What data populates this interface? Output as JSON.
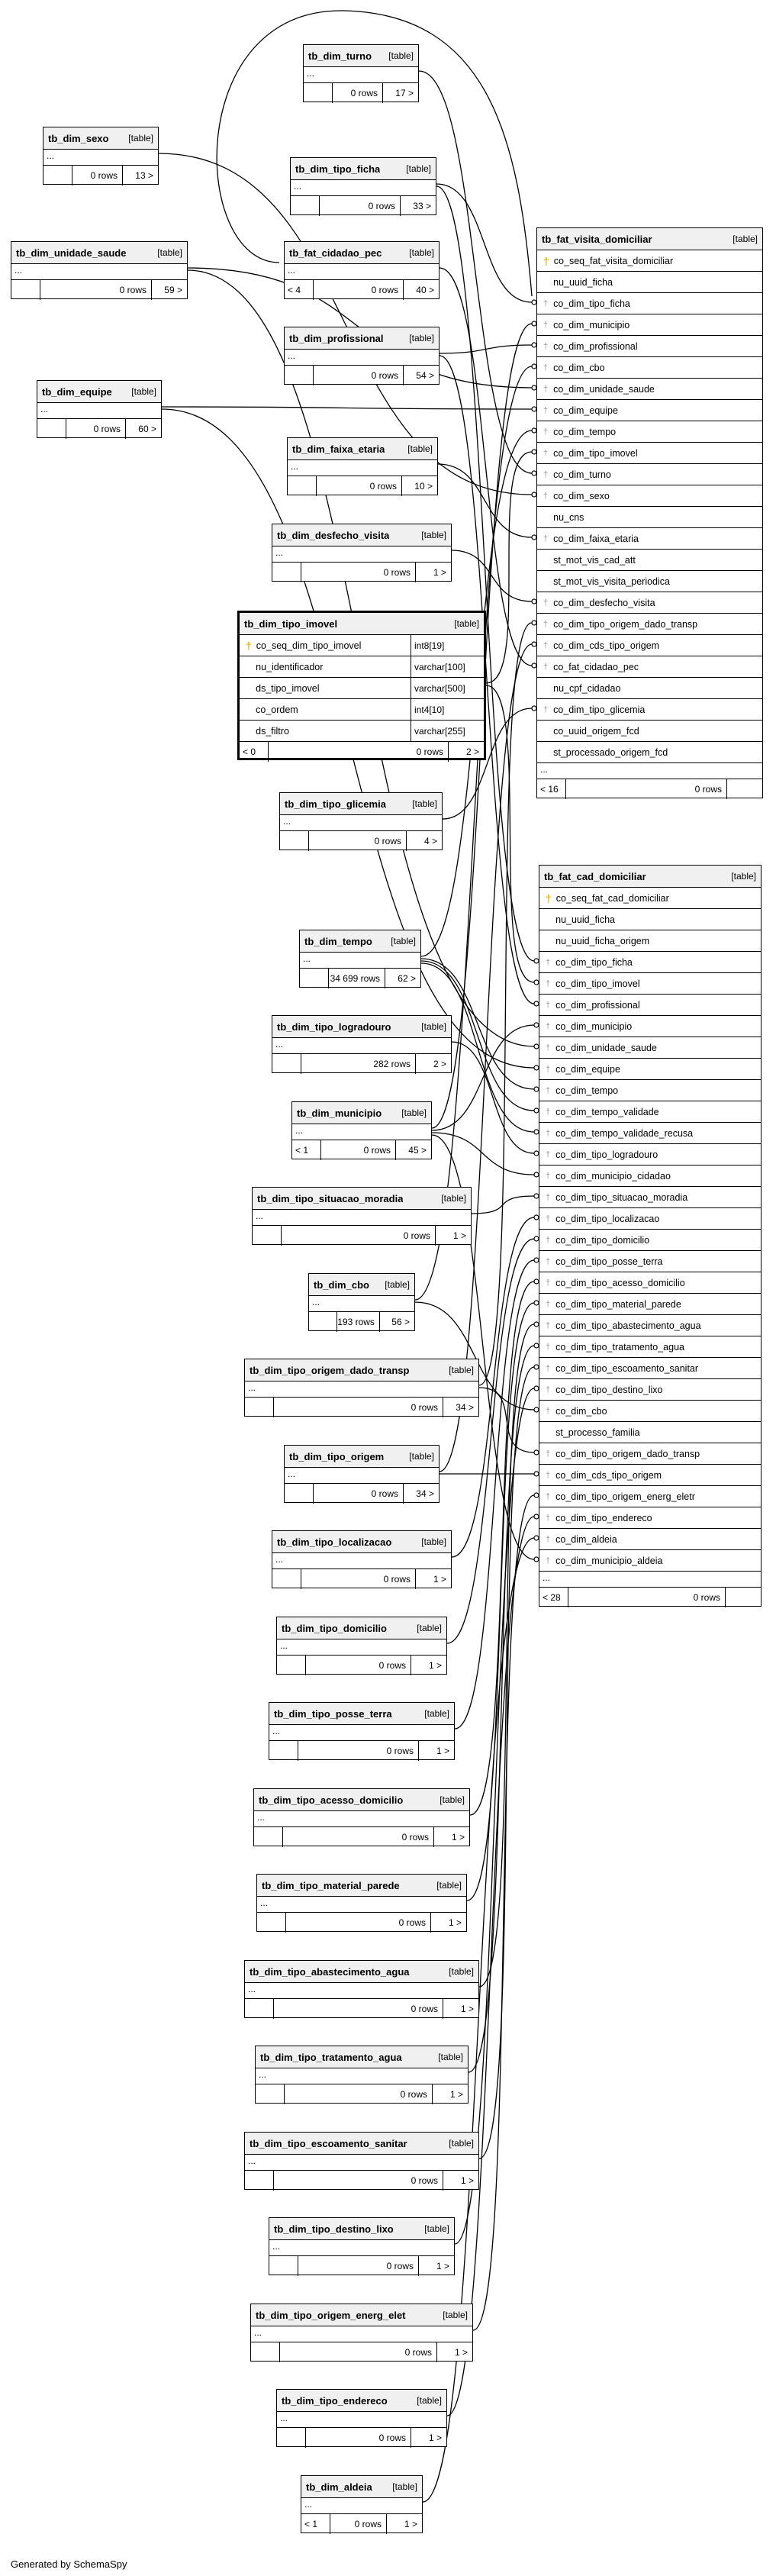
{
  "footer": {
    "generated_by": "Generated by SchemaSpy"
  },
  "ui": {
    "ellipsis": "...",
    "table_kind": "[table]"
  },
  "tables": {
    "tb_dim_turno": {
      "name": "tb_dim_turno",
      "left": "",
      "rows": "0 rows",
      "right": "17 >"
    },
    "tb_dim_sexo": {
      "name": "tb_dim_sexo",
      "left": "",
      "rows": "0 rows",
      "right": "13 >"
    },
    "tb_dim_tipo_ficha": {
      "name": "tb_dim_tipo_ficha",
      "left": "",
      "rows": "0 rows",
      "right": "33 >"
    },
    "tb_dim_unidade_saude": {
      "name": "tb_dim_unidade_saude",
      "left": "",
      "rows": "0 rows",
      "right": "59 >"
    },
    "tb_fat_cidadao_pec": {
      "name": "tb_fat_cidadao_pec",
      "left": "< 4",
      "rows": "0 rows",
      "right": "40 >"
    },
    "tb_dim_profissional": {
      "name": "tb_dim_profissional",
      "left": "",
      "rows": "0 rows",
      "right": "54 >"
    },
    "tb_dim_equipe": {
      "name": "tb_dim_equipe",
      "left": "",
      "rows": "0 rows",
      "right": "60 >"
    },
    "tb_dim_faixa_etaria": {
      "name": "tb_dim_faixa_etaria",
      "left": "",
      "rows": "0 rows",
      "right": "10 >"
    },
    "tb_dim_desfecho_visita": {
      "name": "tb_dim_desfecho_visita",
      "left": "",
      "rows": "0 rows",
      "right": "1 >"
    },
    "tb_dim_tipo_imovel": {
      "name": "tb_dim_tipo_imovel",
      "left": "< 0",
      "rows": "0 rows",
      "right": "2 >",
      "columns": [
        {
          "name": "co_seq_dim_tipo_imovel",
          "type": "int8[19]",
          "pk": true
        },
        {
          "name": "nu_identificador",
          "type": "varchar[100]"
        },
        {
          "name": "ds_tipo_imovel",
          "type": "varchar[500]"
        },
        {
          "name": "co_ordem",
          "type": "int4[10]"
        },
        {
          "name": "ds_filtro",
          "type": "varchar[255]"
        }
      ]
    },
    "tb_dim_tipo_glicemia": {
      "name": "tb_dim_tipo_glicemia",
      "left": "",
      "rows": "0 rows",
      "right": "4 >"
    },
    "tb_dim_tempo": {
      "name": "tb_dim_tempo",
      "left": "",
      "rows": "34 699 rows",
      "right": "62 >"
    },
    "tb_dim_tipo_logradouro": {
      "name": "tb_dim_tipo_logradouro",
      "left": "",
      "rows": "282 rows",
      "right": "2 >"
    },
    "tb_dim_municipio": {
      "name": "tb_dim_municipio",
      "left": "< 1",
      "rows": "0 rows",
      "right": "45 >"
    },
    "tb_dim_tipo_situacao_moradia": {
      "name": "tb_dim_tipo_situacao_moradia",
      "left": "",
      "rows": "0 rows",
      "right": "1 >"
    },
    "tb_dim_cbo": {
      "name": "tb_dim_cbo",
      "left": "",
      "rows": "193 rows",
      "right": "56 >"
    },
    "tb_dim_tipo_origem_dado_transp": {
      "name": "tb_dim_tipo_origem_dado_transp",
      "left": "",
      "rows": "0 rows",
      "right": "34 >"
    },
    "tb_dim_tipo_origem": {
      "name": "tb_dim_tipo_origem",
      "left": "",
      "rows": "0 rows",
      "right": "34 >"
    },
    "tb_dim_tipo_localizacao": {
      "name": "tb_dim_tipo_localizacao",
      "left": "",
      "rows": "0 rows",
      "right": "1 >"
    },
    "tb_dim_tipo_domicilio": {
      "name": "tb_dim_tipo_domicilio",
      "left": "",
      "rows": "0 rows",
      "right": "1 >"
    },
    "tb_dim_tipo_posse_terra": {
      "name": "tb_dim_tipo_posse_terra",
      "left": "",
      "rows": "0 rows",
      "right": "1 >"
    },
    "tb_dim_tipo_acesso_domicilio": {
      "name": "tb_dim_tipo_acesso_domicilio",
      "left": "",
      "rows": "0 rows",
      "right": "1 >"
    },
    "tb_dim_tipo_material_parede": {
      "name": "tb_dim_tipo_material_parede",
      "left": "",
      "rows": "0 rows",
      "right": "1 >"
    },
    "tb_dim_tipo_abastecimento_agua": {
      "name": "tb_dim_tipo_abastecimento_agua",
      "left": "",
      "rows": "0 rows",
      "right": "1 >"
    },
    "tb_dim_tipo_tratamento_agua": {
      "name": "tb_dim_tipo_tratamento_agua",
      "left": "",
      "rows": "0 rows",
      "right": "1 >"
    },
    "tb_dim_tipo_escoamento_sanitar": {
      "name": "tb_dim_tipo_escoamento_sanitar",
      "left": "",
      "rows": "0 rows",
      "right": "1 >"
    },
    "tb_dim_tipo_destino_lixo": {
      "name": "tb_dim_tipo_destino_lixo",
      "left": "",
      "rows": "0 rows",
      "right": "1 >"
    },
    "tb_dim_tipo_origem_energ_elet": {
      "name": "tb_dim_tipo_origem_energ_elet",
      "left": "",
      "rows": "0 rows",
      "right": "1 >"
    },
    "tb_dim_tipo_endereco": {
      "name": "tb_dim_tipo_endereco",
      "left": "",
      "rows": "0 rows",
      "right": "1 >"
    },
    "tb_dim_aldeia": {
      "name": "tb_dim_aldeia",
      "left": "< 1",
      "rows": "0 rows",
      "right": "1 >"
    },
    "tb_fat_visita_domiciliar": {
      "name": "tb_fat_visita_domiciliar",
      "left": "< 16",
      "rows": "0 rows",
      "right": "",
      "columns": [
        {
          "name": "co_seq_fat_visita_domiciliar",
          "pk": true
        },
        {
          "name": "nu_uuid_ficha"
        },
        {
          "name": "co_dim_tipo_ficha",
          "fk": true
        },
        {
          "name": "co_dim_municipio",
          "fk": true
        },
        {
          "name": "co_dim_profissional",
          "fk": true
        },
        {
          "name": "co_dim_cbo",
          "fk": true
        },
        {
          "name": "co_dim_unidade_saude",
          "fk": true
        },
        {
          "name": "co_dim_equipe",
          "fk": true
        },
        {
          "name": "co_dim_tempo",
          "fk": true
        },
        {
          "name": "co_dim_tipo_imovel",
          "fk": true
        },
        {
          "name": "co_dim_turno",
          "fk": true
        },
        {
          "name": "co_dim_sexo",
          "fk": true
        },
        {
          "name": "nu_cns"
        },
        {
          "name": "co_dim_faixa_etaria",
          "fk": true
        },
        {
          "name": "st_mot_vis_cad_att"
        },
        {
          "name": "st_mot_vis_visita_periodica"
        },
        {
          "name": "co_dim_desfecho_visita",
          "fk": true
        },
        {
          "name": "co_dim_tipo_origem_dado_transp",
          "fk": true
        },
        {
          "name": "co_dim_cds_tipo_origem",
          "fk": true
        },
        {
          "name": "co_fat_cidadao_pec",
          "fk": true
        },
        {
          "name": "nu_cpf_cidadao"
        },
        {
          "name": "co_dim_tipo_glicemia",
          "fk": true
        },
        {
          "name": "co_uuid_origem_fcd"
        },
        {
          "name": "st_processado_origem_fcd"
        }
      ]
    },
    "tb_fat_cad_domiciliar": {
      "name": "tb_fat_cad_domiciliar",
      "left": "< 28",
      "rows": "0 rows",
      "right": "",
      "columns": [
        {
          "name": "co_seq_fat_cad_domiciliar",
          "pk": true
        },
        {
          "name": "nu_uuid_ficha"
        },
        {
          "name": "nu_uuid_ficha_origem"
        },
        {
          "name": "co_dim_tipo_ficha",
          "fk": true
        },
        {
          "name": "co_dim_tipo_imovel",
          "fk": true
        },
        {
          "name": "co_dim_profissional",
          "fk": true
        },
        {
          "name": "co_dim_municipio",
          "fk": true
        },
        {
          "name": "co_dim_unidade_saude",
          "fk": true
        },
        {
          "name": "co_dim_equipe",
          "fk": true
        },
        {
          "name": "co_dim_tempo",
          "fk": true
        },
        {
          "name": "co_dim_tempo_validade",
          "fk": true
        },
        {
          "name": "co_dim_tempo_validade_recusa",
          "fk": true
        },
        {
          "name": "co_dim_tipo_logradouro",
          "fk": true
        },
        {
          "name": "co_dim_municipio_cidadao",
          "fk": true
        },
        {
          "name": "co_dim_tipo_situacao_moradia",
          "fk": true
        },
        {
          "name": "co_dim_tipo_localizacao",
          "fk": true
        },
        {
          "name": "co_dim_tipo_domicilio",
          "fk": true
        },
        {
          "name": "co_dim_tipo_posse_terra",
          "fk": true
        },
        {
          "name": "co_dim_tipo_acesso_domicilio",
          "fk": true
        },
        {
          "name": "co_dim_tipo_material_parede",
          "fk": true
        },
        {
          "name": "co_dim_tipo_abastecimento_agua",
          "fk": true
        },
        {
          "name": "co_dim_tipo_tratamento_agua",
          "fk": true
        },
        {
          "name": "co_dim_tipo_escoamento_sanitar",
          "fk": true
        },
        {
          "name": "co_dim_tipo_destino_lixo",
          "fk": true
        },
        {
          "name": "co_dim_cbo",
          "fk": true
        },
        {
          "name": "st_processo_familia"
        },
        {
          "name": "co_dim_tipo_origem_dado_transp",
          "fk": true
        },
        {
          "name": "co_dim_cds_tipo_origem",
          "fk": true
        },
        {
          "name": "co_dim_tipo_origem_energ_eletr",
          "fk": true
        },
        {
          "name": "co_dim_tipo_endereco",
          "fk": true
        },
        {
          "name": "co_dim_aldeia",
          "fk": true
        },
        {
          "name": "co_dim_municipio_aldeia",
          "fk": true
        }
      ]
    }
  }
}
